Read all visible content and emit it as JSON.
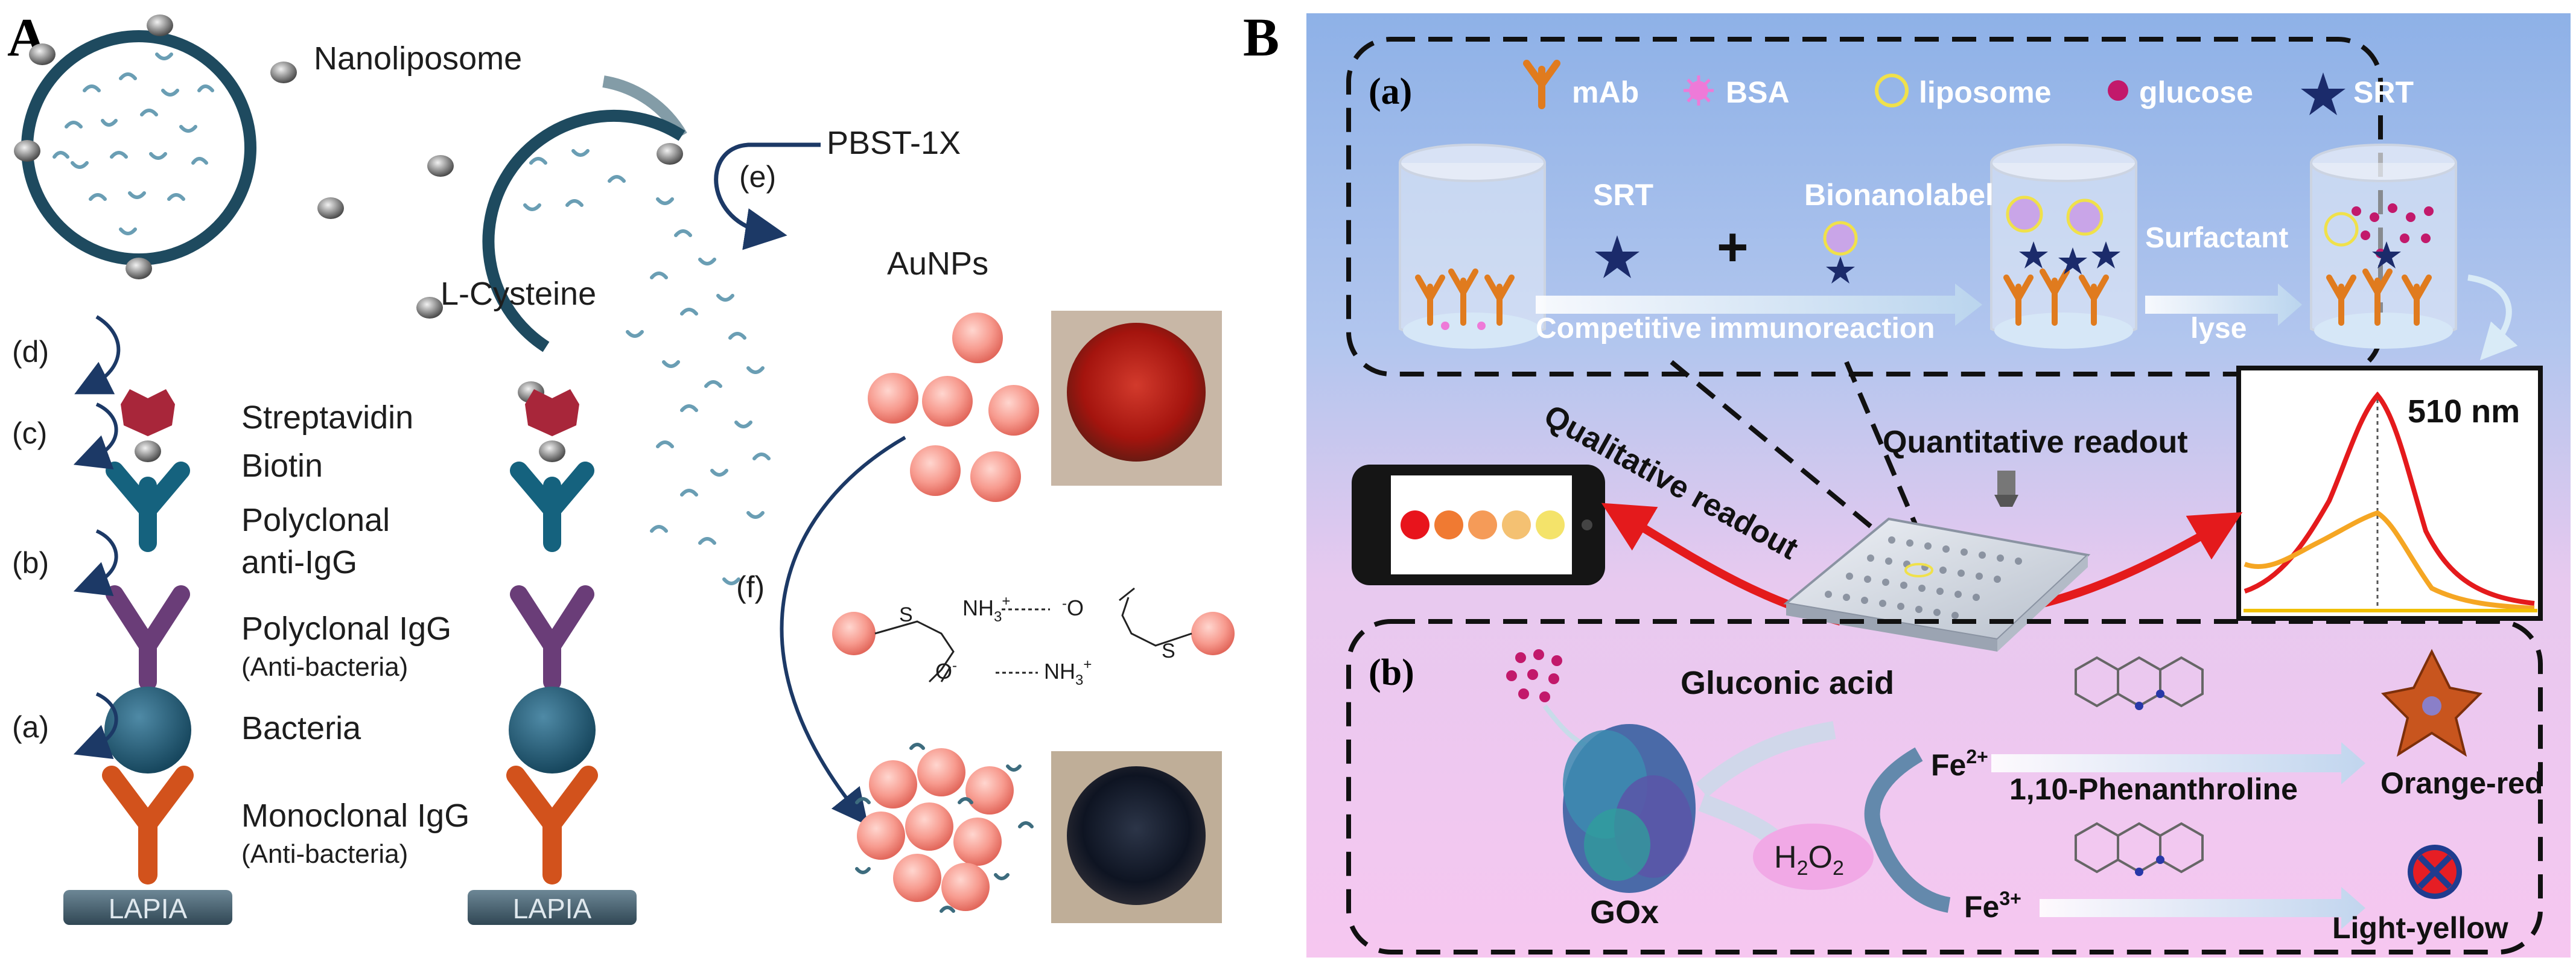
{
  "panelA": {
    "letter": "A",
    "nanoliposome": "Nanoliposome",
    "pbst": "PBST-1X",
    "step_e": "(e)",
    "lcysteine": "L-Cysteine",
    "aunps": "AuNPs",
    "step_d": "(d)",
    "step_c": "(c)",
    "step_b": "(b)",
    "step_a": "(a)",
    "step_f": "(f)",
    "streptavidin": "Streptavidin",
    "biotin": "Biotin",
    "polyclonal_anti": "Polyclonal",
    "polyclonal_anti2": "anti-IgG",
    "polyclonal_igg": "Polyclonal IgG",
    "anti_bacteria1": "(Anti-bacteria)",
    "bacteria": "Bacteria",
    "monoclonal_igg": "Monoclonal IgG",
    "anti_bacteria2": "(Anti-bacteria)",
    "lapia": "LAPIA",
    "nh3": "NH",
    "sub3": "3",
    "plus": "+",
    "minus": "-",
    "o_label": "O",
    "s_label": "S"
  },
  "panelB": {
    "letter": "B",
    "sub_a": "(a)",
    "sub_b": "(b)",
    "legend": [
      {
        "label": "mAb"
      },
      {
        "label": "BSA"
      },
      {
        "label": "liposome"
      },
      {
        "label": "glucose"
      },
      {
        "label": "SRT"
      }
    ],
    "srt": "SRT",
    "plus_sign": "+",
    "bionanolabel": "Bionanolabel",
    "competitive": "Competitive immunoreaction",
    "surfactant": "Surfactant",
    "lyse": "lyse",
    "wavelength": "510 nm",
    "qualitative": "Qualitative readout",
    "quantitative": "Quantitative readout",
    "gluconic": "Gluconic acid",
    "gox": "GOx",
    "h2o2_h": "H",
    "h2o2_2a": "2",
    "h2o2_o": "O",
    "h2o2_2b": "2",
    "fe2": "Fe",
    "fe2_sup": "2+",
    "fe3": "Fe",
    "fe3_sup": "3+",
    "phen": "1,10-Phenanthroline",
    "orange_red": "Orange-red",
    "light_yellow": "Light-yellow",
    "phone_dots": [
      "#e8141c",
      "#f07a32",
      "#f59b58",
      "#f4c172",
      "#f4e36a"
    ],
    "spectrum_colors": {
      "red": "#e41a1c",
      "orange": "#f5a623"
    }
  }
}
